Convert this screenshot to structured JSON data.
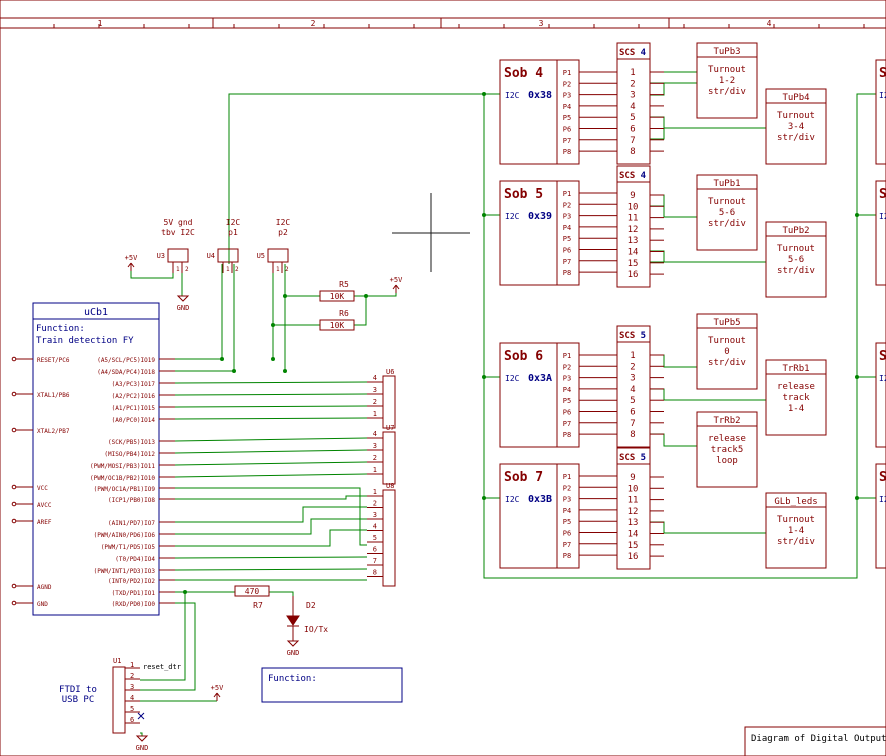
{
  "border": {
    "columns": [
      "1",
      "2",
      "3",
      "4"
    ]
  },
  "colors": {
    "wire": "#008400",
    "body": "#840000",
    "pin": "#840000",
    "text_blue": "#000084",
    "label_dark": "#840000",
    "cross": "#1a1a1a"
  },
  "ucb1": {
    "ref": "uCb1",
    "function_label": "Function:",
    "function_value": "Train detection FY",
    "left_pins": [
      "RESET/PC6",
      "XTAL1/PB6",
      "XTAL2/PB7",
      "VCC",
      "AVCC",
      "AREF",
      "AGND",
      "GND"
    ],
    "right_pins": [
      "(A5/SCL/PC5)IO19",
      "(A4/SDA/PC4)IO18",
      "(A3/PC3)IO17",
      "(A2/PC2)IO16",
      "(A1/PC1)IO15",
      "(A0/PC0)IO14",
      "(SCK/PB5)IO13",
      "(MISO/PB4)IO12",
      "(PWM/MOSI/PB3)IO11",
      "(PWM/OC1B/PB2)IO10",
      "(PWM/OC1A/PB1)IO9",
      "(ICP1/PB0)IO8",
      "(AIN1/PD7)IO7",
      "(PWM/AIN0/PD6)IO6",
      "(PWM/T1/PD5)IO5",
      "(T0/PD4)IO4",
      "(PWM/INT1/PD3)IO3",
      "(INT0/PD2)IO2",
      "(TXD/PD1)IO1",
      "(RXD/PD0)IO0"
    ]
  },
  "headers": {
    "u3": {
      "ref": "U3",
      "title": [
        "5V gnd",
        "tbv I2C"
      ],
      "pins": [
        "1",
        "2"
      ]
    },
    "u4": {
      "ref": "U4",
      "title": [
        "I2C",
        "p1"
      ],
      "pins": [
        "1",
        "2"
      ]
    },
    "u5": {
      "ref": "U5",
      "title": [
        "I2C",
        "p2"
      ],
      "pins": [
        "1",
        "2"
      ]
    },
    "u6": {
      "ref": "U6",
      "pins": [
        "4",
        "3",
        "2",
        "1"
      ]
    },
    "u7": {
      "ref": "U7",
      "pins": [
        "4",
        "3",
        "2",
        "1"
      ]
    },
    "u8": {
      "ref": "U8",
      "pins": [
        "1",
        "2",
        "3",
        "4",
        "5",
        "6",
        "7",
        "8"
      ]
    },
    "u1": {
      "ref": "U1",
      "pins": [
        "1",
        "2",
        "3",
        "4",
        "5",
        "6"
      ],
      "pin1_label": "reset_dtr",
      "desc": [
        "FTDI to",
        "USB PC"
      ]
    }
  },
  "power": {
    "plus5v": "+5V",
    "gnd": "GND"
  },
  "resistors": [
    {
      "ref": "R5",
      "value": "10K"
    },
    {
      "ref": "R6",
      "value": "10K"
    },
    {
      "ref": "R7",
      "value": "470"
    }
  ],
  "led": {
    "ref": "D2",
    "label": "IO/Tx"
  },
  "function_box": {
    "label": "Function:"
  },
  "sobs": [
    {
      "title": "Sob 4",
      "addr_label": "I2C",
      "addr": "0x38",
      "pins": [
        "P1",
        "P2",
        "P3",
        "P4",
        "P5",
        "P6",
        "P7",
        "P8"
      ]
    },
    {
      "title": "Sob 5",
      "addr_label": "I2C",
      "addr": "0x39",
      "pins": [
        "P1",
        "P2",
        "P3",
        "P4",
        "P5",
        "P6",
        "P7",
        "P8"
      ]
    },
    {
      "title": "Sob 6",
      "addr_label": "I2C",
      "addr": "0x3A",
      "pins": [
        "P1",
        "P2",
        "P3",
        "P4",
        "P5",
        "P6",
        "P7",
        "P8"
      ]
    },
    {
      "title": "Sob 7",
      "addr_label": "I2C",
      "addr": "0x3B",
      "pins": [
        "P1",
        "P2",
        "P3",
        "P4",
        "P5",
        "P6",
        "P7",
        "P8"
      ]
    }
  ],
  "scs": [
    {
      "title": "SCS",
      "num": "4",
      "pins": [
        "1",
        "2",
        "3",
        "4",
        "5",
        "6",
        "7",
        "8"
      ]
    },
    {
      "title": "SCS",
      "num": "4",
      "pins": [
        "9",
        "10",
        "11",
        "12",
        "13",
        "14",
        "15",
        "16"
      ]
    },
    {
      "title": "SCS",
      "num": "5",
      "pins": [
        "1",
        "2",
        "3",
        "4",
        "5",
        "6",
        "7",
        "8"
      ]
    },
    {
      "title": "SCS",
      "num": "5",
      "pins": [
        "9",
        "10",
        "11",
        "12",
        "13",
        "14",
        "15",
        "16"
      ]
    }
  ],
  "outputs": [
    {
      "ref": "TuPb3",
      "lines": [
        "Turnout",
        "1-2",
        "str/div"
      ]
    },
    {
      "ref": "TuPb4",
      "lines": [
        "Turnout",
        "3-4",
        "str/div"
      ]
    },
    {
      "ref": "TuPb1",
      "lines": [
        "Turnout",
        "5-6",
        "str/div"
      ]
    },
    {
      "ref": "TuPb2",
      "lines": [
        "Turnout",
        "5-6",
        "str/div"
      ]
    },
    {
      "ref": "TuPb5",
      "lines": [
        "Turnout",
        "0",
        "str/div"
      ]
    },
    {
      "ref": "TrRb1",
      "lines": [
        "release",
        "track",
        "1-4"
      ]
    },
    {
      "ref": "TrRb2",
      "lines": [
        "release",
        "track5",
        "loop"
      ]
    },
    {
      "ref": "GLb_leds",
      "lines": [
        "Turnout",
        "1-4",
        "str/div"
      ]
    }
  ],
  "title_block": {
    "text": "Diagram of Digital Output"
  },
  "right_edge_label": "I2"
}
